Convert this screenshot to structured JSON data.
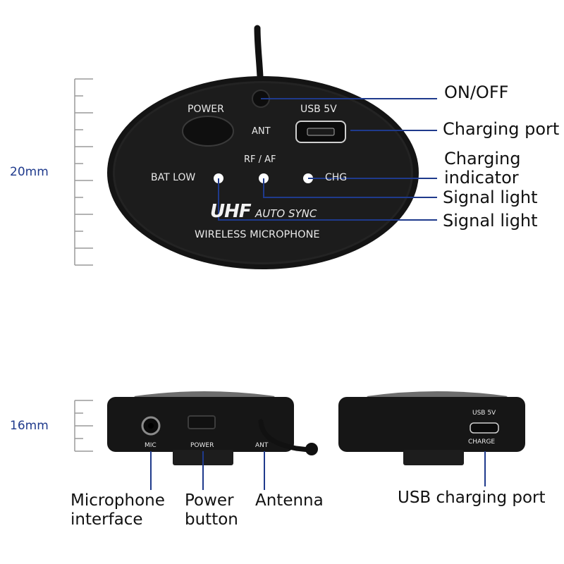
{
  "dimensions": {
    "top": "20mm",
    "bottom": "16mm"
  },
  "top_device": {
    "power_label": "POWER",
    "ant_label": "ANT",
    "usb_label": "USB 5V",
    "rf_af_label": "RF / AF",
    "bat_low_label": "BAT LOW",
    "chg_label": "CHG",
    "brand": "UHF",
    "auto_sync": "AUTO SYNC",
    "product": "WIRELESS MICROPHONE"
  },
  "top_callouts": {
    "on_off": "ON/OFF",
    "charging_port": "Charging port",
    "charging_indicator_1": "Charging",
    "charging_indicator_2": "indicator",
    "signal_light_1": "Signal light",
    "signal_light_2": "Signal light"
  },
  "bottom_device_left": {
    "mic": "MIC",
    "power": "POWER",
    "ant": "ANT"
  },
  "bottom_device_right": {
    "usb": "USB 5V",
    "charge": "CHARGE"
  },
  "bottom_callouts": {
    "microphone_1": "Microphone",
    "microphone_2": "interface",
    "power_1": "Power",
    "power_2": "button",
    "antenna": "Antenna",
    "usb_port": "USB charging port"
  },
  "colors": {
    "accent": "#1f3a8c",
    "device": "#1a1a1a",
    "led": "#ffffff"
  }
}
